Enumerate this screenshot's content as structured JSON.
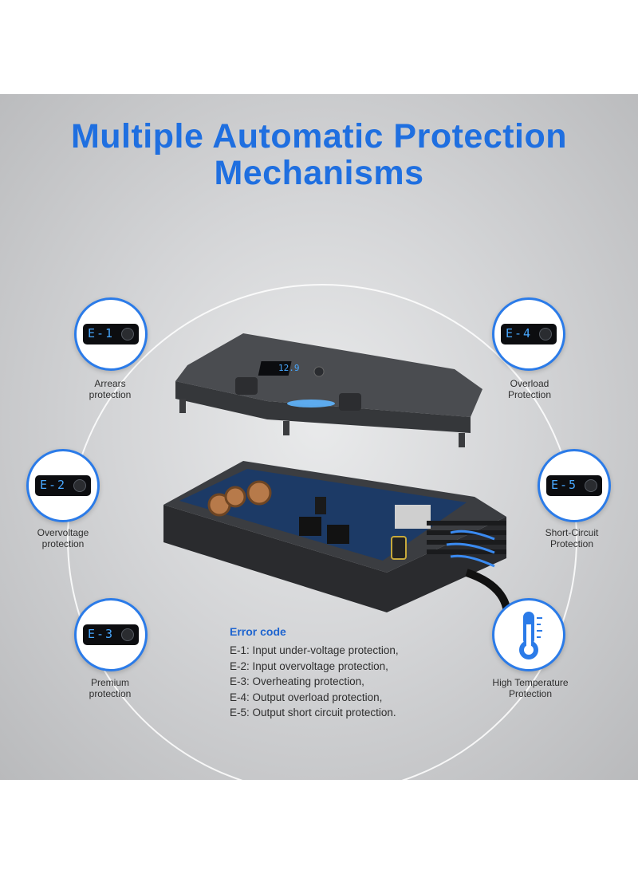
{
  "title": {
    "line1": "Multiple Automatic Protection",
    "line2": "Mechanisms"
  },
  "features": [
    {
      "code": "E-1",
      "line1": "Arrears",
      "line2": "protection",
      "icon": "lcd-display-icon"
    },
    {
      "code": "E-2",
      "line1": "Overvoltage",
      "line2": "protection",
      "icon": "lcd-display-icon"
    },
    {
      "code": "E-3",
      "line1": "Premium",
      "line2": "protection",
      "icon": "lcd-display-icon"
    },
    {
      "code": "E-4",
      "line1": "Overload",
      "line2": "Protection",
      "icon": "lcd-display-icon"
    },
    {
      "code": "E-5",
      "line1": "Short-Circuit",
      "line2": "Protection",
      "icon": "lcd-display-icon"
    },
    {
      "code": "",
      "line1": "High Temperature",
      "line2": "Protection",
      "icon": "thermometer-icon"
    }
  ],
  "error_codes": {
    "title": "Error code",
    "items": [
      "E-1: Input under-voltage protection,",
      "E-2: Input overvoltage protection,",
      "E-3: Overheating protection,",
      "E-4: Output overload protection,",
      "E-5: Output short circuit protection."
    ]
  },
  "device": {
    "display_value": "12.9"
  },
  "colors": {
    "accent": "#1f6fe0",
    "ring": "#2b7be8",
    "led": "#48a8ff"
  }
}
